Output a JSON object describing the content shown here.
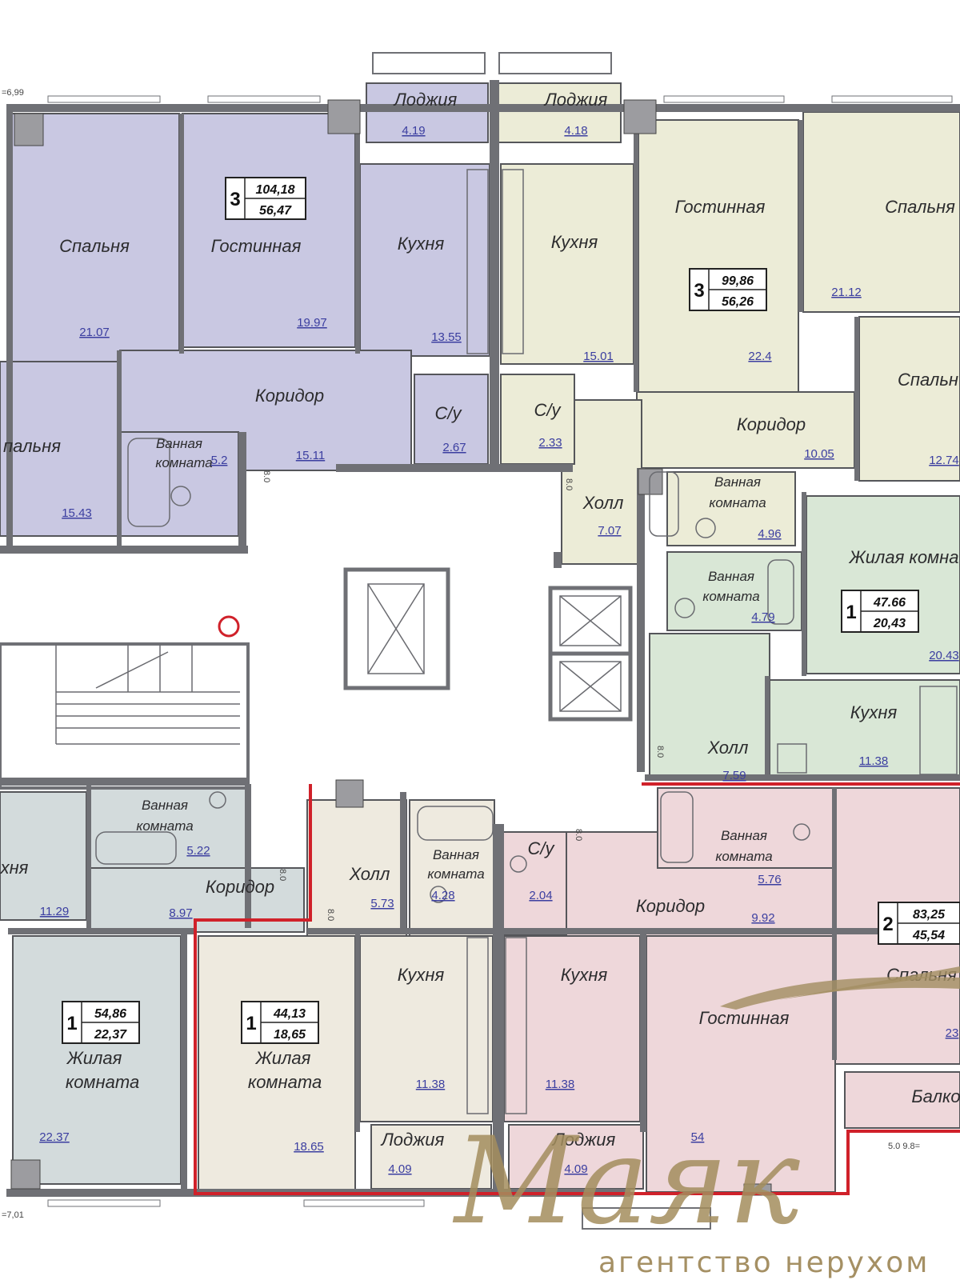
{
  "plan": {
    "dim_top": "=6,99",
    "dim_bottom": "=7,01",
    "colors": {
      "purple": "#c9c8e2",
      "beige": "#ececd7",
      "green": "#d9e7d6",
      "bluegray": "#d3dbdc",
      "pink": "#eed7da",
      "lightbeige": "#eeeadf",
      "core": "#ffffff",
      "red_outline": "#d0212a",
      "brand_gold": "#a48e5e"
    },
    "rooms": {
      "loggia_tl": {
        "name": "Лоджия",
        "area": "4.19"
      },
      "loggia_tr": {
        "name": "Лоджия",
        "area": "4.18"
      },
      "bedroom_a": {
        "name": "Спальня",
        "area": "21.07"
      },
      "living_a": {
        "name": "Гостинная",
        "area": "19.97"
      },
      "kitchen_a": {
        "name": "Кухня",
        "area": "13.55"
      },
      "bedroom_a2": {
        "name": "пальня",
        "area": "15.43"
      },
      "corridor_a": {
        "name": "Коридор",
        "area": "15.11"
      },
      "bath_a": {
        "name1": "Ванная",
        "name2": "комната",
        "area": "5.2"
      },
      "wc_a": {
        "name": "С/у",
        "area": "2.67"
      },
      "kitchen_b": {
        "name": "Кухня",
        "area": "15.01"
      },
      "wc_b": {
        "name": "С/у",
        "area": "2.33"
      },
      "living_b": {
        "name": "Гостинная",
        "area": "22.4"
      },
      "bedroom_b": {
        "name": "Спальня",
        "area": "21.12"
      },
      "bedroom_b2": {
        "name": "Спальн",
        "area": "12.74"
      },
      "corridor_b": {
        "name": "Коридор",
        "area": "10.05"
      },
      "hall_b": {
        "name": "Холл",
        "area": "7.07"
      },
      "bath_b": {
        "name1": "Ванная",
        "name2": "комната",
        "area": "4.96"
      },
      "bath_c": {
        "name1": "Ванная",
        "name2": "комната",
        "area": "4.79"
      },
      "living_c": {
        "name": "Жилая комна",
        "area": "20.43"
      },
      "kitchen_c": {
        "name": "Кухня",
        "area": "11.38"
      },
      "hall_c": {
        "name": "Холл",
        "area": "7.59"
      },
      "kitchen_d": {
        "name": "хня",
        "area": "11.29"
      },
      "bath_d": {
        "name1": "Ванная",
        "name2": "комната",
        "area": "5.22"
      },
      "corridor_d": {
        "name": "Коридор",
        "area": "8.97"
      },
      "living_d": {
        "name1": "Жилая",
        "name2": "комната",
        "area": "22.37"
      },
      "hall_e": {
        "name": "Холл",
        "area": "5.73"
      },
      "bath_e": {
        "name1": "Ванная",
        "name2": "комната",
        "area": "4.28"
      },
      "living_e": {
        "name1": "Жилая",
        "name2": "комната",
        "area": "18.65"
      },
      "kitchen_e": {
        "name": "Кухня",
        "area": "11.38"
      },
      "loggia_e": {
        "name": "Лоджия",
        "area": "4.09"
      },
      "wc_f": {
        "name": "С/у",
        "area": "2.04"
      },
      "kitchen_f": {
        "name": "Кухня",
        "area": "11.38"
      },
      "loggia_f": {
        "name": "Лоджия",
        "area": "4.09"
      },
      "corridor_f": {
        "name": "Коридор",
        "area": "9.92"
      },
      "bath_f": {
        "name1": "Ванная",
        "name2": "комната",
        "area": "5.76"
      },
      "living_f": {
        "name": "Гостинная",
        "area": "54"
      },
      "bedroom_f": {
        "name": "Спальня",
        "area": "23"
      },
      "balcony_f": {
        "name": "Балко"
      }
    },
    "apartments": [
      {
        "rooms": "3",
        "total": "104,18",
        "living": "56,47"
      },
      {
        "rooms": "3",
        "total": "99,86",
        "living": "56,26"
      },
      {
        "rooms": "1",
        "total": "47.66",
        "living": "20,43"
      },
      {
        "rooms": "1",
        "total": "54,86",
        "living": "22,37"
      },
      {
        "rooms": "1",
        "total": "44,13",
        "living": "18,65"
      },
      {
        "rooms": "2",
        "total": "83,25",
        "living": "45,54"
      }
    ],
    "misc_marks": [
      "8.0",
      "8.0",
      "8.0",
      "8.0",
      "8.0",
      "8.0"
    ],
    "dim_bottom_right": "5.0 9.8="
  },
  "watermark": {
    "script": "Маяк",
    "subtitle": "агентство нерухом"
  }
}
